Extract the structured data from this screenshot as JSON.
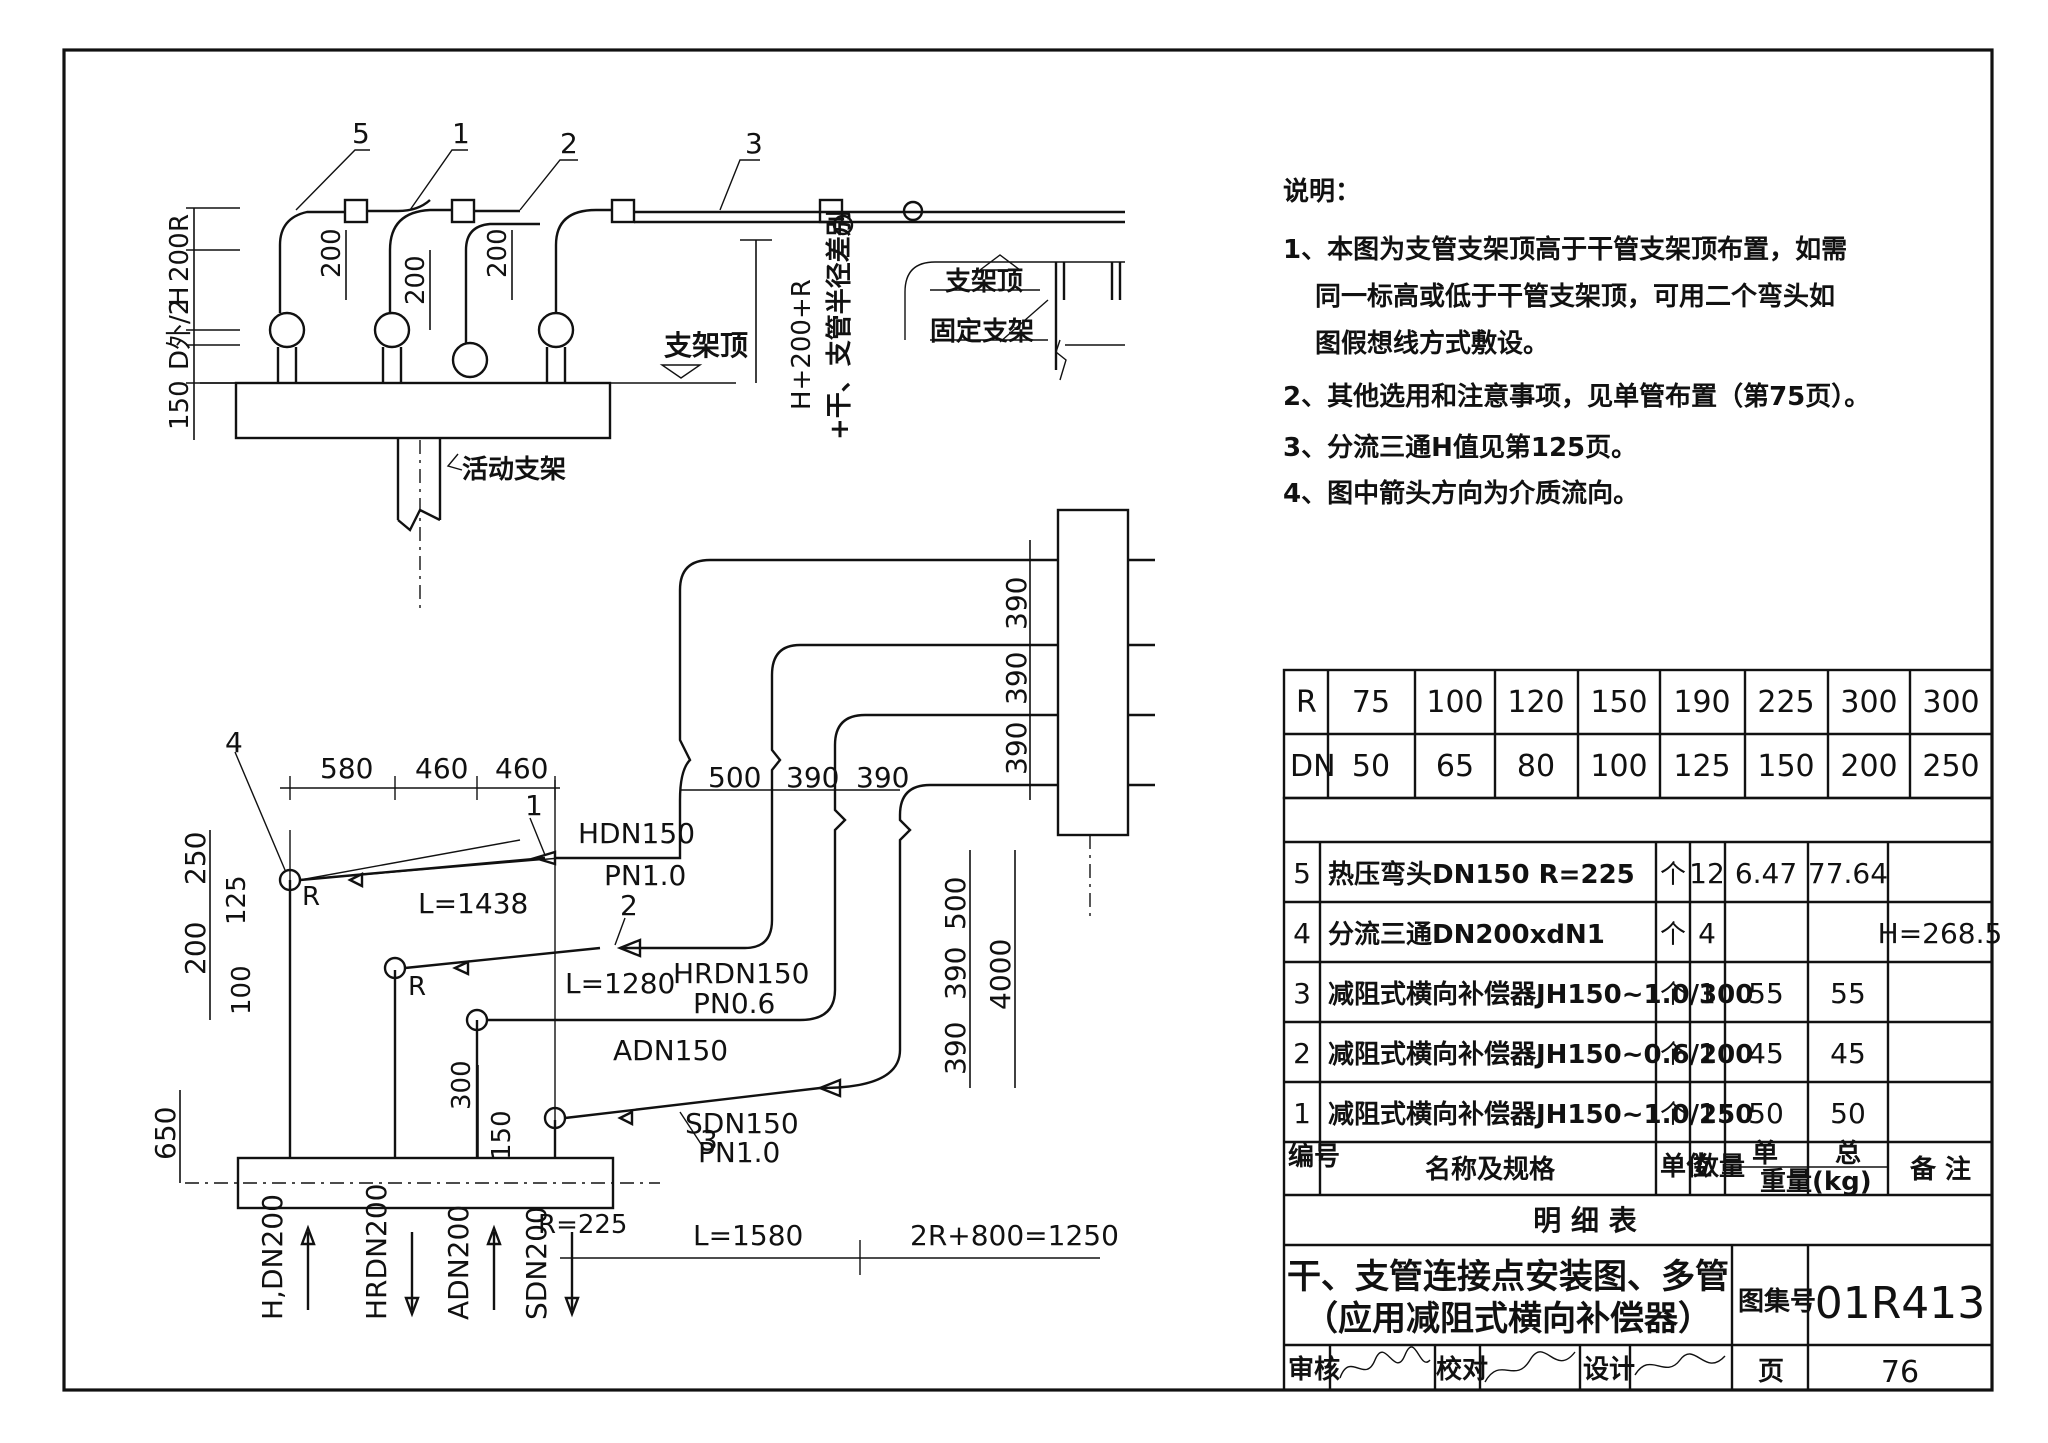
{
  "notes": {
    "heading": "说明：",
    "items": [
      "1、本图为支管支架顶高于干管支架顶布置，如需",
      "同一标高或低于干管支架顶，可用二个弯头如",
      "图假想线方式敷设。",
      "2、其他选用和注意事项，见单管布置（第75页）。",
      "3、分流三通H值见第125页。",
      "4、图中箭头方向为介质流向。"
    ]
  },
  "section_view": {
    "callouts": [
      "5",
      "1",
      "2",
      "3"
    ],
    "dims_left": [
      "D外/2",
      "H",
      "200",
      "R",
      "150"
    ],
    "dims_inner": [
      "200",
      "200",
      "200"
    ],
    "support_top_label": "支架顶",
    "support_top_label_right": "支架顶",
    "fixed_support_label": "固定支架",
    "sliding_support_label": "活动支架",
    "height_label_1": "H+200+R",
    "height_label_2": "+干、支管半径差别"
  },
  "plan_view": {
    "top_dims": [
      "580",
      "460",
      "460"
    ],
    "mid_dims": [
      "500",
      "390",
      "390"
    ],
    "right_dims": [
      "390",
      "390",
      "390"
    ],
    "right_low_dims": [
      "500",
      "390",
      "390",
      "4000"
    ],
    "left_dims": [
      "250",
      "125",
      "200",
      "100",
      "650"
    ],
    "inner_dims": [
      "300",
      "150"
    ],
    "callouts": [
      "4",
      "1",
      "2",
      "3"
    ],
    "R_labels": [
      "R",
      "R"
    ],
    "pipe_labels": {
      "hdn": "HDN150",
      "hdn_pn": "PN1.0",
      "hrdn": "HRDN150",
      "hrdn_pn": "PN0.6",
      "adn": "ADN150",
      "sdn": "SDN150",
      "sdn_pn": "PN1.0"
    },
    "L_labels": [
      "L=1438",
      "L=1280"
    ],
    "bottom_labels": [
      "H,DN200",
      "HRDN200",
      "ADN200",
      "SDN200"
    ],
    "r225": "R=225",
    "L1580": "L=1580",
    "L1250": "2R+800=1250"
  },
  "rdn_table": {
    "row_R_label": "R",
    "row_DN_label": "DN",
    "R": [
      "75",
      "100",
      "120",
      "150",
      "190",
      "225",
      "300",
      "300"
    ],
    "DN": [
      "50",
      "65",
      "80",
      "100",
      "125",
      "150",
      "200",
      "250"
    ]
  },
  "parts_table": {
    "rows": [
      {
        "no": "5",
        "name": "热压弯头DN150   R=225",
        "unit": "个",
        "qty": "12",
        "unit_w": "6.47",
        "total_w": "77.64",
        "remark": ""
      },
      {
        "no": "4",
        "name": "分流三通DN200xdN1",
        "unit": "个",
        "qty": "4",
        "unit_w": "",
        "total_w": "",
        "remark": "H=268.5"
      },
      {
        "no": "3",
        "name": "减阻式横向补偿器JH150~1.0/300",
        "unit": "个",
        "qty": "1",
        "unit_w": "55",
        "total_w": "55",
        "remark": ""
      },
      {
        "no": "2",
        "name": "减阻式横向补偿器JH150~0.6/200",
        "unit": "个",
        "qty": "1",
        "unit_w": "45",
        "total_w": "45",
        "remark": ""
      },
      {
        "no": "1",
        "name": "减阻式横向补偿器JH150~1.0/250",
        "unit": "个",
        "qty": "1",
        "unit_w": "50",
        "total_w": "50",
        "remark": ""
      }
    ],
    "header": {
      "no": "编号",
      "name": "名称及规格",
      "unit": "单位",
      "qty": "数量",
      "unit_w": "单",
      "total_w": "总",
      "weight": "重量(kg)",
      "remark": "备 注"
    },
    "caption": "明 细 表"
  },
  "title_block": {
    "title_line1": "干、支管连接点安装图、多管",
    "title_line2": "（应用减阻式横向补偿器）",
    "atlas_label": "图集号",
    "atlas_no": "01R413",
    "review_label": "审核",
    "check_label": "校对",
    "design_label": "设计",
    "page_label": "页",
    "page_no": "76"
  }
}
